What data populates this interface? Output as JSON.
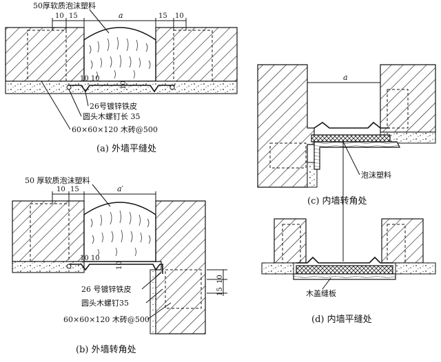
{
  "figure_a": {
    "caption": "(a)  外墙平缝处",
    "foam_label": "50厚软质泡沫塑料",
    "dim_a": "a",
    "dim_left": [
      "10",
      "15"
    ],
    "dim_right": [
      "15",
      "10"
    ],
    "dim_groove": "10 10",
    "dim_depth": "10",
    "sheet_label": "26号镀锌铁皮",
    "screw_label": "圆头木螺钉长 35",
    "brick_label": "60×60×120 木砖@500"
  },
  "figure_b": {
    "caption": "(b)  外墙转角处",
    "foam_label": "50 厚软质泡沫塑料",
    "dim_a": "a′",
    "dim_left": [
      "10",
      "15"
    ],
    "dim_groove": "10 10",
    "dim_depth": "10",
    "dim_side": [
      "10",
      "15"
    ],
    "sheet_label": "26 号镀锌铁皮",
    "screw_label": "圆头木螺钉35",
    "brick_label": "60×60×120 木砖@500"
  },
  "figure_c": {
    "caption": "(c)  内墙转角处",
    "dim_a": "a",
    "foam_label": "泡沫塑料"
  },
  "figure_d": {
    "caption": "(d)  内墙平缝处",
    "cover_label": "木盖缝板"
  }
}
